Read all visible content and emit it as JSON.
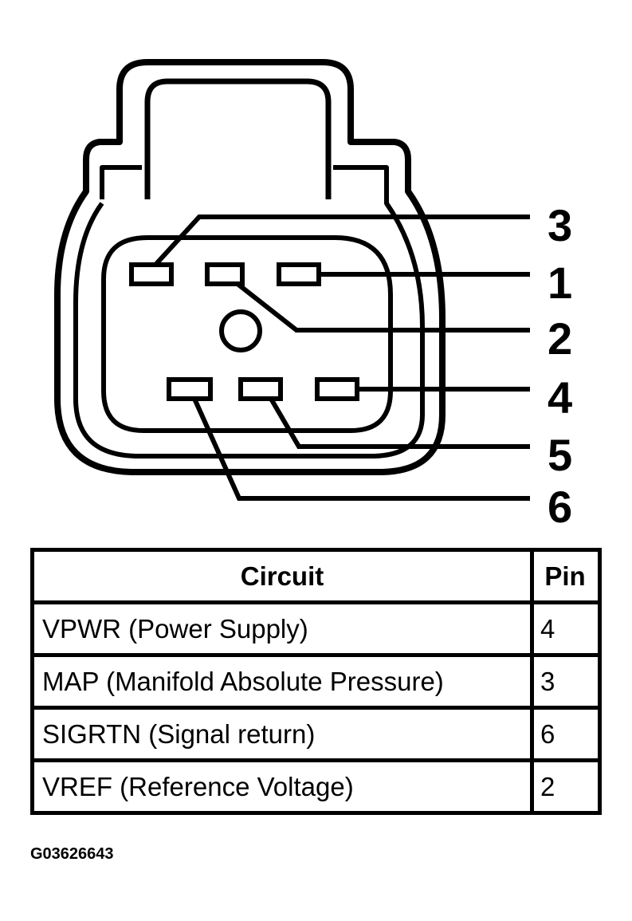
{
  "connector": {
    "pin_labels": [
      "3",
      "1",
      "2",
      "4",
      "5",
      "6"
    ]
  },
  "table": {
    "headers": {
      "circuit": "Circuit",
      "pin": "Pin"
    },
    "rows": [
      {
        "circuit": "VPWR (Power Supply)",
        "pin": "4"
      },
      {
        "circuit": "MAP (Manifold Absolute Pressure)",
        "pin": "3"
      },
      {
        "circuit": "SIGRTN (Signal return)",
        "pin": "6"
      },
      {
        "circuit": "VREF (Reference Voltage)",
        "pin": "2"
      }
    ]
  },
  "figure_id": "G03626643"
}
